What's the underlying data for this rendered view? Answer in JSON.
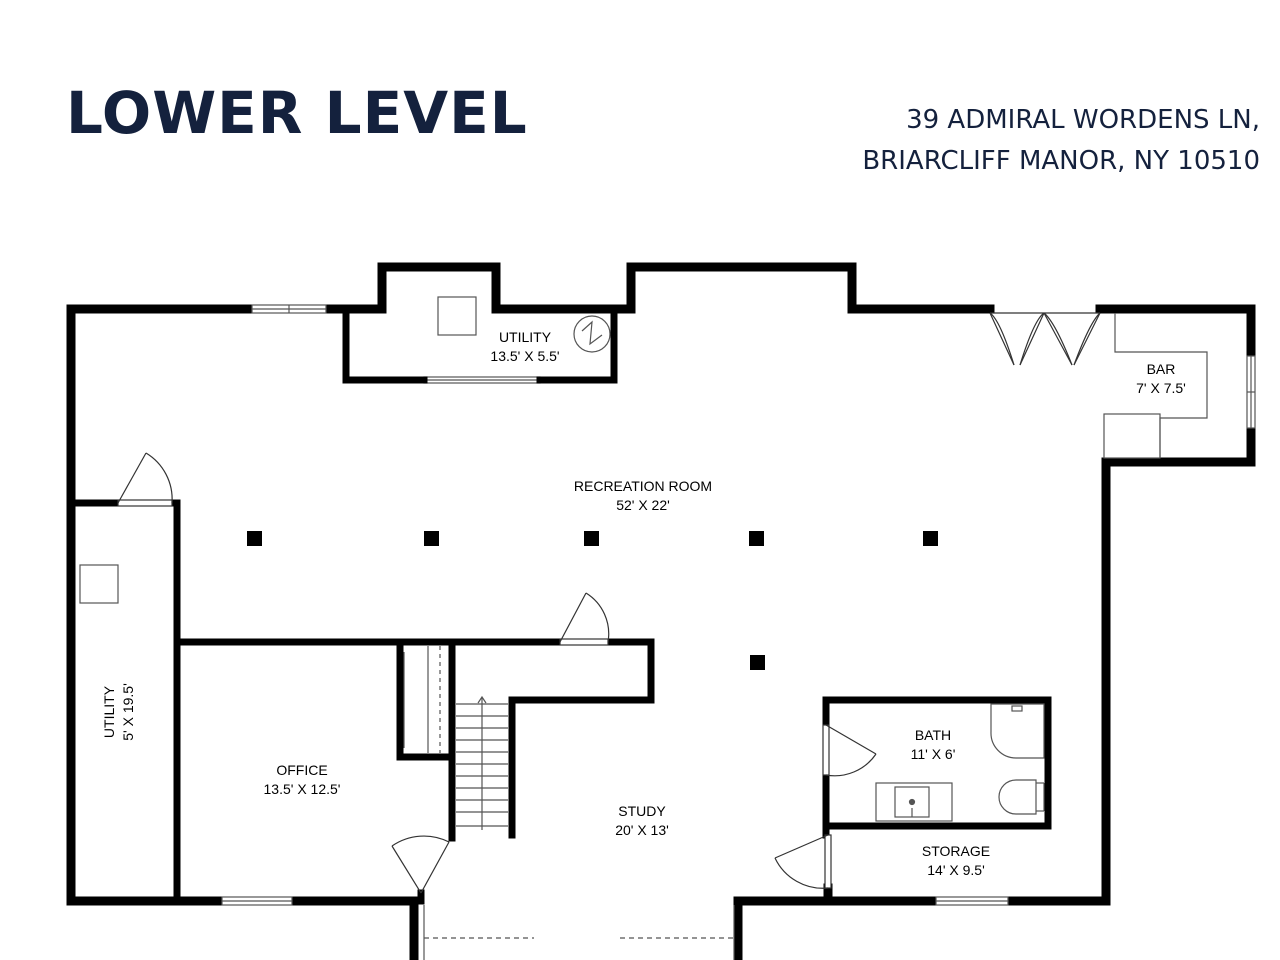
{
  "header": {
    "title": "LOWER LEVEL",
    "address_line1": "39 ADMIRAL WORDENS LN,",
    "address_line2": "BRIARCLIFF MANOR, NY 10510"
  },
  "colors": {
    "title": "#14213d",
    "walls": "#000000"
  },
  "rooms": {
    "utility_top": {
      "name": "UTILITY",
      "dims": "13.5' X 5.5'"
    },
    "bar": {
      "name": "BAR",
      "dims": "7' X 7.5'"
    },
    "recreation": {
      "name": "RECREATION ROOM",
      "dims": "52' X 22'"
    },
    "utility_left": {
      "name": "UTILITY",
      "dims": "5' X 19.5'"
    },
    "office": {
      "name": "OFFICE",
      "dims": "13.5' X 12.5'"
    },
    "study": {
      "name": "STUDY",
      "dims": "20' X 13'"
    },
    "bath": {
      "name": "BATH",
      "dims": "11' X 6'"
    },
    "storage": {
      "name": "STORAGE",
      "dims": "14' X 9.5'"
    }
  }
}
